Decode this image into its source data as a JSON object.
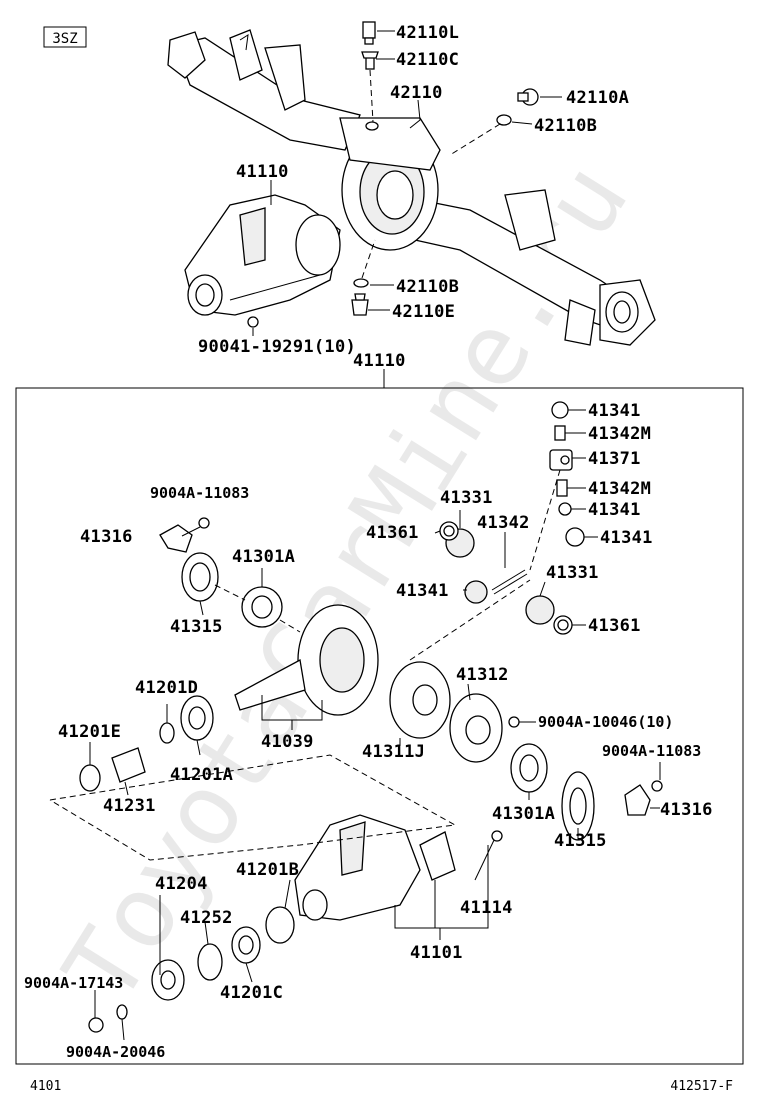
{
  "header": {
    "model_code": "3SZ"
  },
  "watermark": "ToyotaCarMine.ru",
  "footer": {
    "page_number": "4101",
    "figure_code": "412517-F"
  },
  "top_labels": {
    "l42110L": "42110L",
    "l42110C": "42110C",
    "l42110": "42110",
    "l42110A": "42110A",
    "l42110B_top": "42110B",
    "l41110": "41110",
    "l42110B_bottom": "42110B",
    "l42110E": "42110E",
    "l90041": "90041-19291(10)"
  },
  "box": {
    "title": "41110",
    "labels": {
      "l41341_a": "41341",
      "l41342M_a": "41342M",
      "l41371": "41371",
      "l41342M_b": "41342M",
      "l41341_b": "41341",
      "l41341_c": "41341",
      "l9004A_11083_a": "9004A-11083",
      "l41331_a": "41331",
      "l41316_a": "41316",
      "l41361_a": "41361",
      "l41342": "41342",
      "l41301A_a": "41301A",
      "l41341_d": "41341",
      "l41331_b": "41331",
      "l41315_a": "41315",
      "l41361_b": "41361",
      "l41312": "41312",
      "l41201D": "41201D",
      "l9004A_10046": "9004A-10046(10)",
      "l41201E": "41201E",
      "l41311J": "41311J",
      "l41039": "41039",
      "l9004A_11083_b": "9004A-11083",
      "l41201A": "41201A",
      "l41316_b": "41316",
      "l41231": "41231",
      "l41301A_b": "41301A",
      "l41315_b": "41315",
      "l41201B": "41201B",
      "l41204": "41204",
      "l41252": "41252",
      "l41114": "41114",
      "l41101": "41101",
      "l9004A_17143": "9004A-17143",
      "l41201C": "41201C",
      "l9004A_20046": "9004A-20046"
    }
  }
}
